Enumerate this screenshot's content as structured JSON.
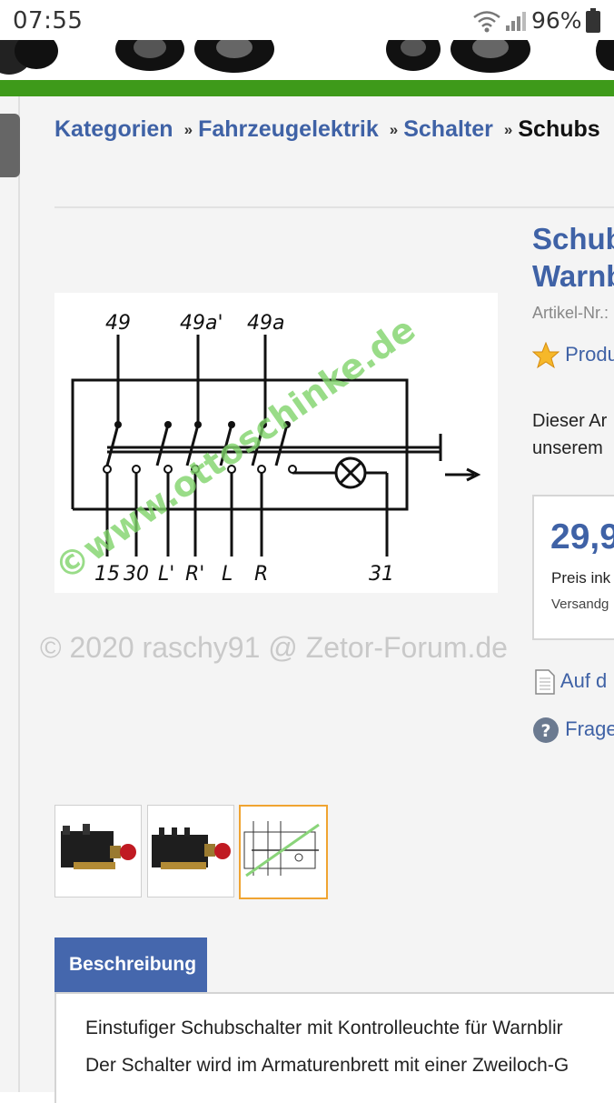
{
  "status_bar": {
    "time": "07:55",
    "battery_percent": "96%"
  },
  "breadcrumb": {
    "items": [
      "Kategorien",
      "Fahrzeugelektrik",
      "Schalter"
    ],
    "current": "Schubs"
  },
  "product": {
    "title_line_1": "Schub",
    "title_line_2": "Warnb",
    "article_no_label": "Artikel-Nr.:",
    "review_link": "Produ",
    "short_desc_line_1": "Dieser Ar",
    "short_desc_line_2": "unserem",
    "price": "29,9",
    "price_note_1": "Preis ink",
    "price_note_2": "Versandg",
    "link_1": "Auf d",
    "link_2": "Frage"
  },
  "image": {
    "diagram_labels_top": [
      "49",
      "49a'",
      "49a"
    ],
    "diagram_labels_bottom": [
      "15",
      "30",
      "L'",
      "R'",
      "L",
      "R",
      "31"
    ],
    "diagram_watermark": "©www.ottoschinke.de",
    "photo_watermark": "© 2020 raschy91 @ Zetor-Forum.de"
  },
  "tabs": {
    "active": "Beschreibung"
  },
  "description": {
    "line_1": "Einstufiger Schubschalter mit Kontrolleuchte für Warnblir",
    "line_2": "Der Schalter wird im Armaturenbrett mit einer Zweiloch-G"
  },
  "colors": {
    "accent_blue": "#3f62a6",
    "tab_blue": "#4567ad",
    "green_bar": "#3e9a1a",
    "thumb_selected": "#f0a431"
  },
  "icons": {
    "signal": "wifi-icon",
    "cell": "cellular-signal-icon",
    "battery": "battery-icon",
    "review": "star-icon",
    "document": "document-icon",
    "question": "question-icon"
  }
}
